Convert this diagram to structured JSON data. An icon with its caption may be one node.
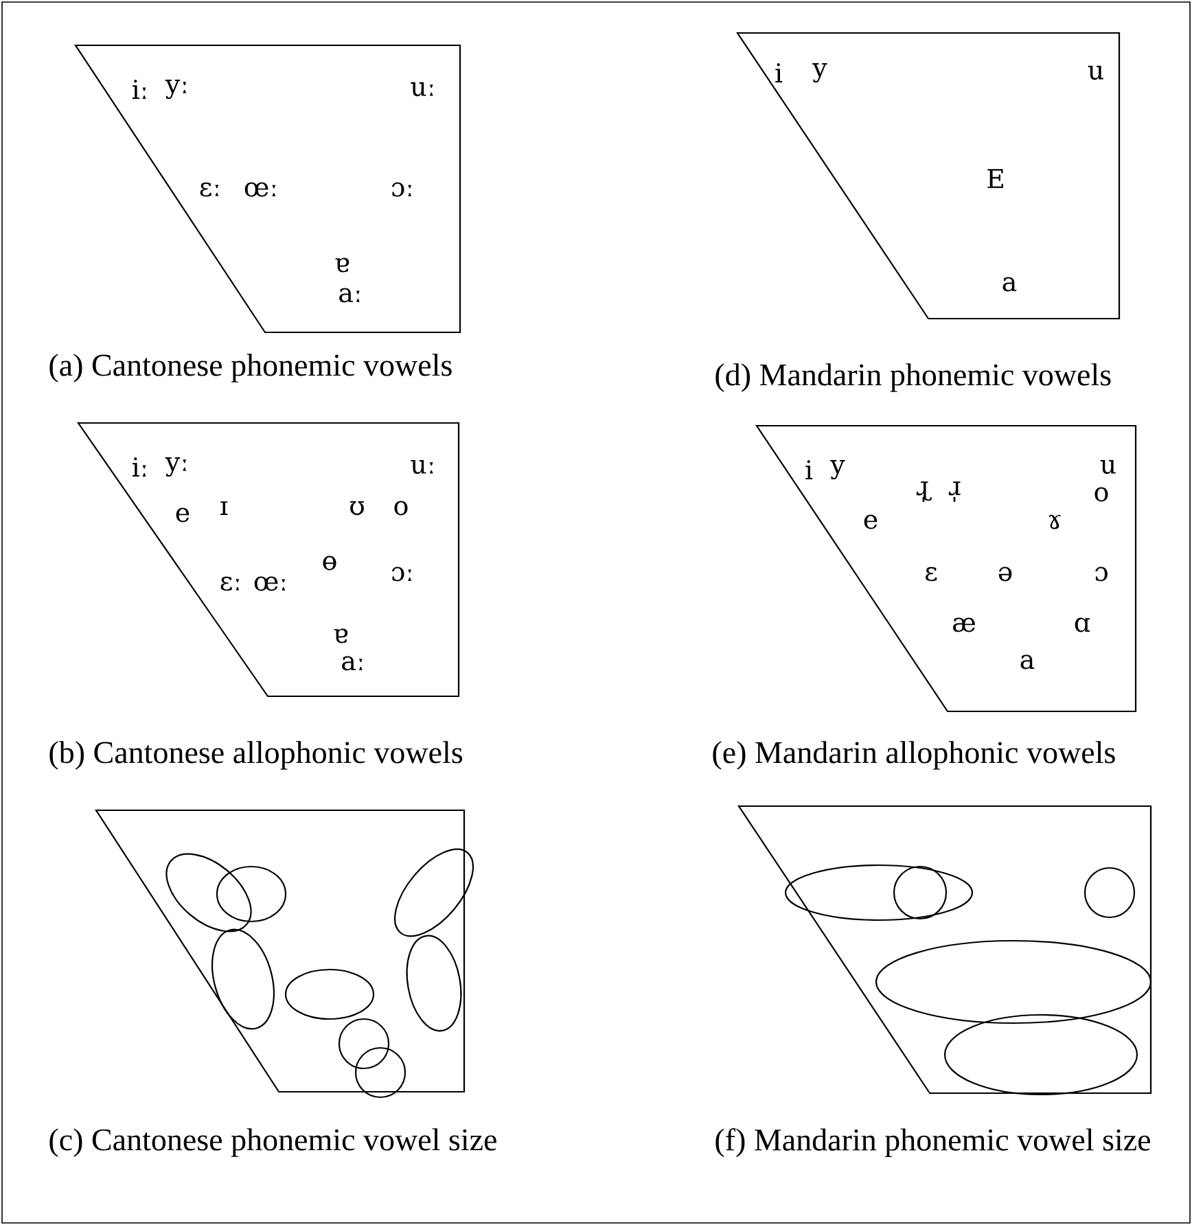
{
  "diagram": {
    "nodes": [
      {
        "text": [
          "iː",
          "yː",
          "uː",
          "ɛː",
          "œː",
          "ɔː",
          "ɐ",
          "aː",
          "(a) Cantonese phonemic vowels"
        ]
      },
      {
        "text": [
          "i",
          "y",
          "u",
          "E",
          "a",
          "(d) Mandarin phonemic vowels"
        ]
      },
      {
        "text": [
          "iː",
          "yː",
          "uː",
          "e",
          "ɪ",
          "ʊ",
          "o",
          "ɵ",
          "ɛː",
          "œː",
          "ɔː",
          "ɐ",
          "aː",
          "(b) Cantonese allophonic vowels"
        ]
      },
      {
        "text": [
          "i",
          "y",
          "ɻ̩",
          "ɹ̩",
          "u",
          "o",
          "e",
          "ɤ",
          "ɛ",
          "ə",
          "ɔ",
          "æ",
          "ɑ",
          "a",
          "(e) Mandarin allophonic vowels"
        ]
      },
      {
        "text": [
          "(c) Cantonese phonemic vowel size"
        ]
      },
      {
        "text": [],
        "shape": "ellipse",
        "in": 4
      },
      {
        "text": [],
        "shape": "ellipse",
        "in": 4
      },
      {
        "text": [],
        "shape": "ellipse",
        "in": 4
      },
      {
        "text": [],
        "shape": "ellipse",
        "in": 4
      },
      {
        "text": [],
        "shape": "ellipse",
        "in": 4
      },
      {
        "text": [],
        "shape": "ellipse",
        "in": 4
      },
      {
        "text": [],
        "shape": "circle",
        "in": 4
      },
      {
        "text": [],
        "shape": "circle",
        "in": 4
      },
      {
        "text": [
          "(f) Mandarin phonemic vowel size"
        ]
      },
      {
        "text": [],
        "shape": "ellipse",
        "in": 13
      },
      {
        "text": [],
        "shape": "circle",
        "in": 14
      },
      {
        "text": [],
        "shape": "circle",
        "in": 13
      },
      {
        "text": [],
        "shape": "ellipse",
        "in": 13
      },
      {
        "text": [],
        "shape": "ellipse",
        "in": 13
      }
    ]
  }
}
